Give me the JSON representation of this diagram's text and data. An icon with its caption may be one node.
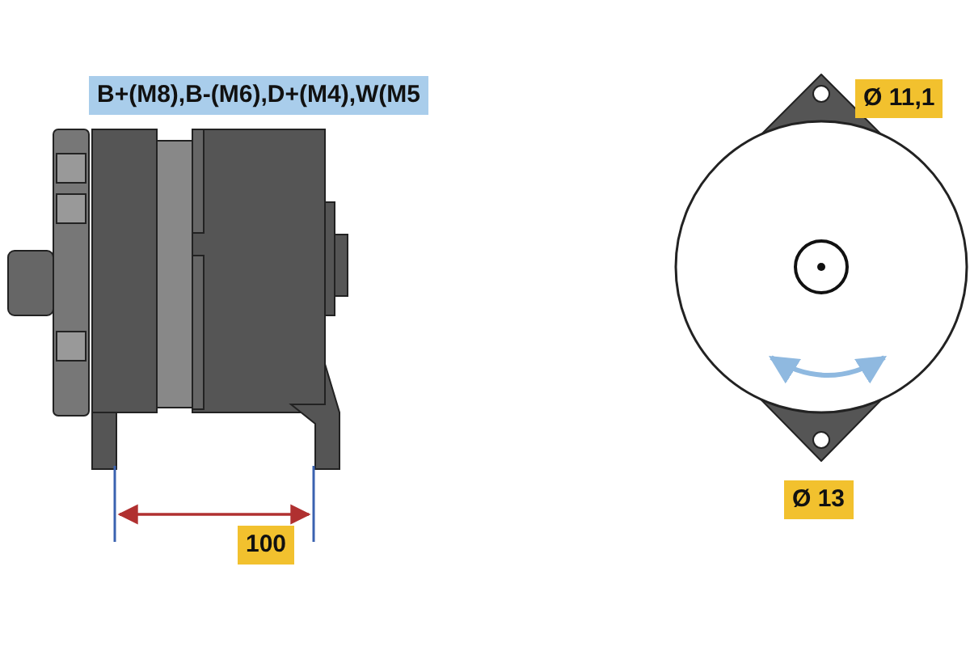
{
  "diagram": {
    "labels": [
      "B+(M8),B-(M6),D+(M4),W(M5",
      "Ø 11,1",
      "100",
      "Ø 13"
    ]
  }
}
